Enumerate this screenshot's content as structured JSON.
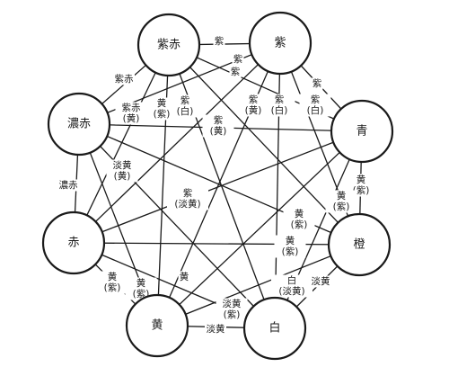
{
  "nodes": [
    {
      "id": "murasaki_aka",
      "label": "紫赤"
    },
    {
      "id": "murasaki",
      "label": "紫"
    },
    {
      "id": "noaka",
      "label": "濃赤"
    },
    {
      "id": "ao",
      "label": "青"
    },
    {
      "id": "aka",
      "label": "赤"
    },
    {
      "id": "dai",
      "label": "橙"
    },
    {
      "id": "ki",
      "label": "黄"
    },
    {
      "id": "shiro",
      "label": "白"
    }
  ],
  "edges": [
    {
      "from": "murasaki_aka",
      "to": "murasaki"
    },
    {
      "from": "murasaki_aka",
      "to": "noaka"
    },
    {
      "from": "murasaki_aka",
      "to": "ki"
    },
    {
      "from": "murasaki_aka",
      "to": "shiro"
    },
    {
      "from": "murasaki_aka",
      "to": "dai"
    },
    {
      "from": "murasaki_aka",
      "to": "ao"
    },
    {
      "from": "murasaki_aka",
      "to": "aka"
    },
    {
      "from": "murasaki",
      "to": "noaka"
    },
    {
      "from": "murasaki",
      "to": "ao"
    },
    {
      "from": "murasaki",
      "to": "aka"
    },
    {
      "from": "murasaki",
      "to": "ki"
    },
    {
      "from": "murasaki",
      "to": "shiro"
    },
    {
      "from": "murasaki",
      "to": "dai"
    },
    {
      "from": "noaka",
      "to": "ao"
    },
    {
      "from": "noaka",
      "to": "aka"
    },
    {
      "from": "noaka",
      "to": "dai"
    },
    {
      "from": "noaka",
      "to": "shiro"
    },
    {
      "from": "noaka",
      "to": "ki"
    },
    {
      "from": "ao",
      "to": "aka"
    },
    {
      "from": "ao",
      "to": "ki"
    },
    {
      "from": "ao",
      "to": "shiro"
    },
    {
      "from": "ao",
      "to": "dai"
    },
    {
      "from": "aka",
      "to": "dai"
    },
    {
      "from": "aka",
      "to": "ki"
    },
    {
      "from": "aka",
      "to": "shiro"
    },
    {
      "from": "dai",
      "to": "ki"
    },
    {
      "from": "dai",
      "to": "shiro"
    },
    {
      "from": "ki",
      "to": "shiro"
    }
  ],
  "edge_labels": [
    {
      "id": "murasaki-top",
      "lines": [
        "紫"
      ]
    },
    {
      "id": "murasaki-upper",
      "lines": [
        "紫"
      ]
    },
    {
      "id": "murasaki-right1",
      "lines": [
        "紫"
      ]
    },
    {
      "id": "murasaki-right2",
      "lines": [
        "紫"
      ]
    },
    {
      "id": "murasaki-aka-left",
      "lines": [
        "紫赤"
      ]
    },
    {
      "id": "murasaki-aka-ki",
      "lines": [
        "紫赤",
        "(黄)"
      ]
    },
    {
      "id": "ki-murasaki-1",
      "lines": [
        "黄",
        "(紫)"
      ]
    },
    {
      "id": "murasaki-shiro-1",
      "lines": [
        "紫",
        "(白)"
      ]
    },
    {
      "id": "murasaki-ki-2",
      "lines": [
        "紫",
        "(黄)"
      ]
    },
    {
      "id": "murasaki-shiro-2",
      "lines": [
        "紫",
        "(白)"
      ]
    },
    {
      "id": "murasaki-shiro-3",
      "lines": [
        "紫",
        "(白)"
      ]
    },
    {
      "id": "murasaki-ki-center",
      "lines": [
        "紫",
        "(黄)"
      ]
    },
    {
      "id": "awaki-ki",
      "lines": [
        "淡黄",
        "(黄)"
      ]
    },
    {
      "id": "noaka-left",
      "lines": [
        "濃赤"
      ]
    },
    {
      "id": "ki-murasaki-right",
      "lines": [
        "黄",
        "(紫)"
      ]
    },
    {
      "id": "murasaki-awaki",
      "lines": [
        "紫",
        "(淡黄)"
      ]
    },
    {
      "id": "ki-murasaki-mid",
      "lines": [
        "黄",
        "(紫)"
      ]
    },
    {
      "id": "ki-murasaki-dai",
      "lines": [
        "黄",
        "(紫)"
      ]
    },
    {
      "id": "ki-murasaki-low",
      "lines": [
        "黄",
        "(紫)"
      ]
    },
    {
      "id": "ki-murasaki-bl1",
      "lines": [
        "黄",
        "(紫)"
      ]
    },
    {
      "id": "ki-murasaki-bl2",
      "lines": [
        "黄",
        "(紫)"
      ]
    },
    {
      "id": "ki-single",
      "lines": [
        "黄"
      ]
    },
    {
      "id": "shiro-awaki",
      "lines": [
        "白",
        "(淡黄)"
      ]
    },
    {
      "id": "awaki-right",
      "lines": [
        "淡黄"
      ]
    },
    {
      "id": "awaki-ki-bottom",
      "lines": [
        "淡黄",
        "(紫)"
      ]
    },
    {
      "id": "awaki-bottom",
      "lines": [
        "淡黄"
      ]
    }
  ]
}
